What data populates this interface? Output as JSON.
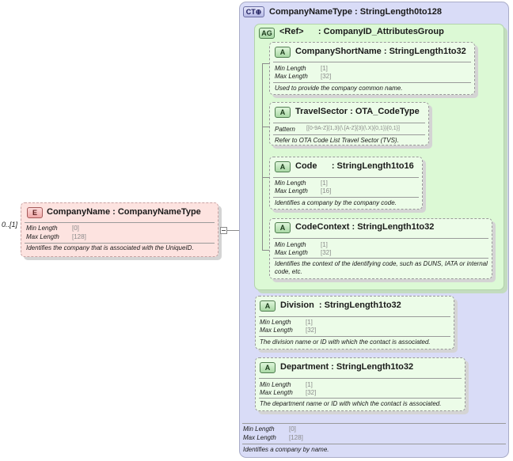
{
  "diagram": {
    "element": {
      "badge": "E",
      "title": "CompanyName : CompanyNameType",
      "occurrence": "0..[1]",
      "props": [
        {
          "label": "Min Length",
          "value": "[0]"
        },
        {
          "label": "Max Length",
          "value": "[128]"
        }
      ],
      "description": "Identifies the company that is associated with the UniqueID."
    },
    "complex_type": {
      "badge": "CT",
      "title": "CompanyNameType : StringLength0to128",
      "props": [
        {
          "label": "Min Length",
          "value": "[0]"
        },
        {
          "label": "Max Length",
          "value": "[128]"
        }
      ],
      "description": "Identifies a company by name."
    },
    "attribute_group": {
      "badge": "AG",
      "title": "<Ref>      : CompanyID_AttributesGroup"
    },
    "attributes": [
      {
        "badge": "A",
        "title": "CompanyShortName : StringLength1to32",
        "props": [
          {
            "label": "Min Length",
            "value": "[1]"
          },
          {
            "label": "Max Length",
            "value": "[32]"
          }
        ],
        "description": "Used to provide the company common name."
      },
      {
        "badge": "A",
        "title": "TravelSector : OTA_CodeType",
        "props": [
          {
            "label": "Pattern",
            "value": "[[0-9A-Z]{1,3}(\\.[A-Z]{3}(\\.X){0,1}){0,1}]"
          }
        ],
        "description": "Refer to OTA Code List Travel Sector (TVS)."
      },
      {
        "badge": "A",
        "title": "Code      : StringLength1to16",
        "props": [
          {
            "label": "Min Length",
            "value": "[1]"
          },
          {
            "label": "Max Length",
            "value": "[16]"
          }
        ],
        "description": "Identifies a company by the company code."
      },
      {
        "badge": "A",
        "title": "CodeContext : StringLength1to32",
        "props": [
          {
            "label": "Min Length",
            "value": "[1]"
          },
          {
            "label": "Max Length",
            "value": "[32]"
          }
        ],
        "description": "Identifies the context of the identifying code, such as DUNS, IATA or internal code, etc."
      },
      {
        "badge": "A",
        "title": "Division  : StringLength1to32",
        "props": [
          {
            "label": "Min Length",
            "value": "[1]"
          },
          {
            "label": "Max Length",
            "value": "[32]"
          }
        ],
        "description": "The division name or ID with which the contact is associated."
      },
      {
        "badge": "A",
        "title": "Department : StringLength1to32",
        "props": [
          {
            "label": "Min Length",
            "value": "[1]"
          },
          {
            "label": "Max Length",
            "value": "[32]"
          }
        ],
        "description": "The department name or ID with which the contact is associated."
      }
    ]
  }
}
